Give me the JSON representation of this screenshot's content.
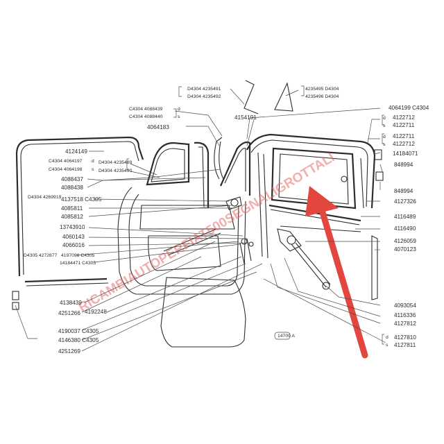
{
  "labels": {
    "l_d4304_4235491": "D4304 4235491",
    "l_d4304_4235492": "D4304 4235492",
    "l_4235495_d4304": "4235495 D4304",
    "l_4235496_d4304": "4235496 D4304",
    "l_c4304_4088439": "C4304 4088439",
    "l_c4304_4088440": "C4304 4088440",
    "l_4064183": "4064183",
    "l_4064199_c4304": "4064199 C4304",
    "l_4154191": "4154191",
    "l_4122712_a": "4122712",
    "l_4122711_a": "4122711",
    "l_4122711_b": "4122711",
    "l_4122712_b": "4122712",
    "l_14184071": "14184071",
    "l_848994_a": "848994",
    "l_848994_b": "848994",
    "l_4127326": "4127326",
    "l_4116489": "4116489",
    "l_4116490": "4116490",
    "l_4126059": "4126059",
    "l_4070123": "4070123",
    "l_4124149": "4124149",
    "l_c4304_4064197": "C4304 4064197",
    "l_c4304_4064198": "C4304 4064198",
    "l_4235489": "D4304 4235489",
    "l_4235490": "D4304 4235490",
    "l_4088437": "4088437",
    "l_4088438": "4088438",
    "l_d4304_4269919": "D4304 4269919",
    "l_4137518_c4305": "4137518 C4305",
    "l_4085811": "4085811",
    "l_4085812": "4085812",
    "l_13743910": "13743910",
    "l_4060143": "4060143",
    "l_4066016": "4066016",
    "l_d4305_4272877": "D4305 4272877",
    "l_4197098_c4305": "4197098 C4305",
    "l_14184471_c4305": "14184471 C4305",
    "l_4138439": "4138439",
    "l_4251266": "4251266",
    "l_4192248": "4192248",
    "l_4190037_c4305": "4190037 C4305",
    "l_4146380_c4305": "4146380 C4305",
    "l_4251269": "4251269",
    "l_4093054": "4093054",
    "l_4116336": "4116336",
    "l_4127812": "4127812",
    "l_4127810": "4127810",
    "l_4127811": "4127811",
    "l_14709a": "14709 A",
    "s_d": "d",
    "s_s": "s"
  },
  "watermark": {
    "text": "RICAMBIAUTOPERFIAT500SEGNALIGROTTALI"
  },
  "colors": {
    "arrow": "#e2463f",
    "ink": "#2c2c2c",
    "watermark": "#e86a6a"
  }
}
